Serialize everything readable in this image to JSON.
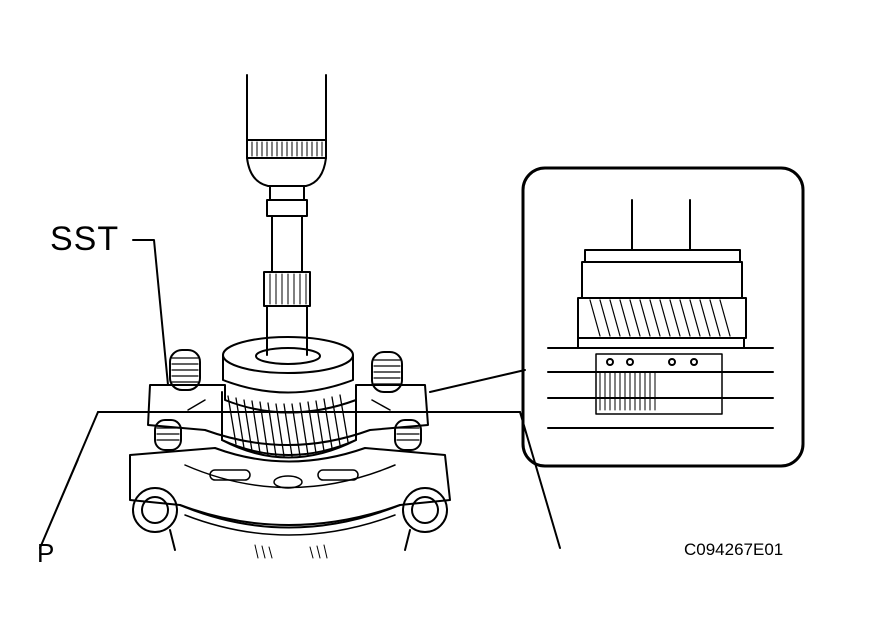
{
  "labels": {
    "tool": "SST",
    "view_marker": "P",
    "figure_code": "C094267E01"
  },
  "colors": {
    "ink": "#000000",
    "paper": "#ffffff"
  }
}
